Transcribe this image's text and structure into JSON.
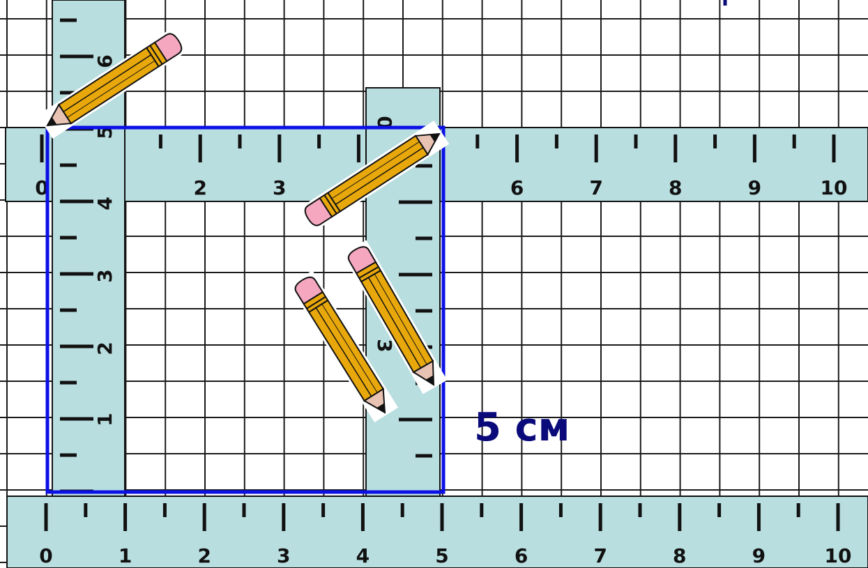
{
  "colors": {
    "grid": "#1a1a1a",
    "ruler_fill": "#b9dee0",
    "square_stroke": "#0a10e6",
    "label": "#0a0a7a",
    "pencil_body": "#e8a80c",
    "pencil_eraser": "#f4a7bf",
    "pencil_wood": "#e8c3b4"
  },
  "rulers": {
    "bottom": {
      "labels": [
        "0",
        "1",
        "2",
        "3",
        "4",
        "5",
        "6",
        "7",
        "8",
        "9",
        "10"
      ]
    },
    "top": {
      "labels": [
        "0",
        "",
        "2",
        "3",
        "",
        "",
        "6",
        "7",
        "8",
        "9",
        "10"
      ]
    },
    "left": {
      "labels": [
        "1",
        "2",
        "3",
        "4",
        "5",
        "6"
      ]
    },
    "right": {
      "labels": [
        "0",
        "3"
      ]
    }
  },
  "square": {
    "side_label": "5 см"
  },
  "icons": [
    "pencil-icon",
    "pencil-icon",
    "pencil-icon",
    "pencil-icon"
  ]
}
